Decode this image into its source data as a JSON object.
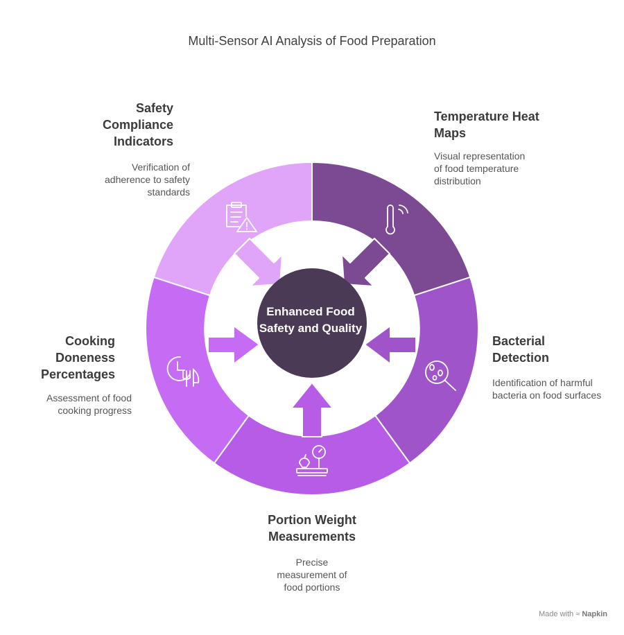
{
  "title": "Multi-Sensor AI Analysis of Food Preparation",
  "center": "Enhanced Food Safety and Quality",
  "segments": [
    {
      "id": "temperature",
      "title": "Temperature Heat Maps",
      "description": "Visual representation of food temperature distribution",
      "color": "#7b4a93",
      "icon": "thermometer-icon"
    },
    {
      "id": "bacterial",
      "title": "Bacterial Detection",
      "description": "Identification of harmful bacteria on food surfaces",
      "color": "#9f55c9",
      "icon": "magnifier-bacteria-icon"
    },
    {
      "id": "portion",
      "title": "Portion Weight Measurements",
      "description": "Precise measurement of food portions",
      "color": "#b75ce6",
      "icon": "scale-icon"
    },
    {
      "id": "cooking",
      "title": "Cooking Doneness Percentages",
      "description": "Assessment of food cooking progress",
      "color": "#c66bf3",
      "icon": "clock-utensils-icon"
    },
    {
      "id": "safety",
      "title": "Safety Compliance Indicators",
      "description": "Verification of adherence to safety standards",
      "color": "#e0a4f8",
      "icon": "clipboard-warning-icon"
    }
  ],
  "center_color": "#4b3a55",
  "footer": {
    "made_with": "Made with",
    "brand": "Napkin"
  }
}
